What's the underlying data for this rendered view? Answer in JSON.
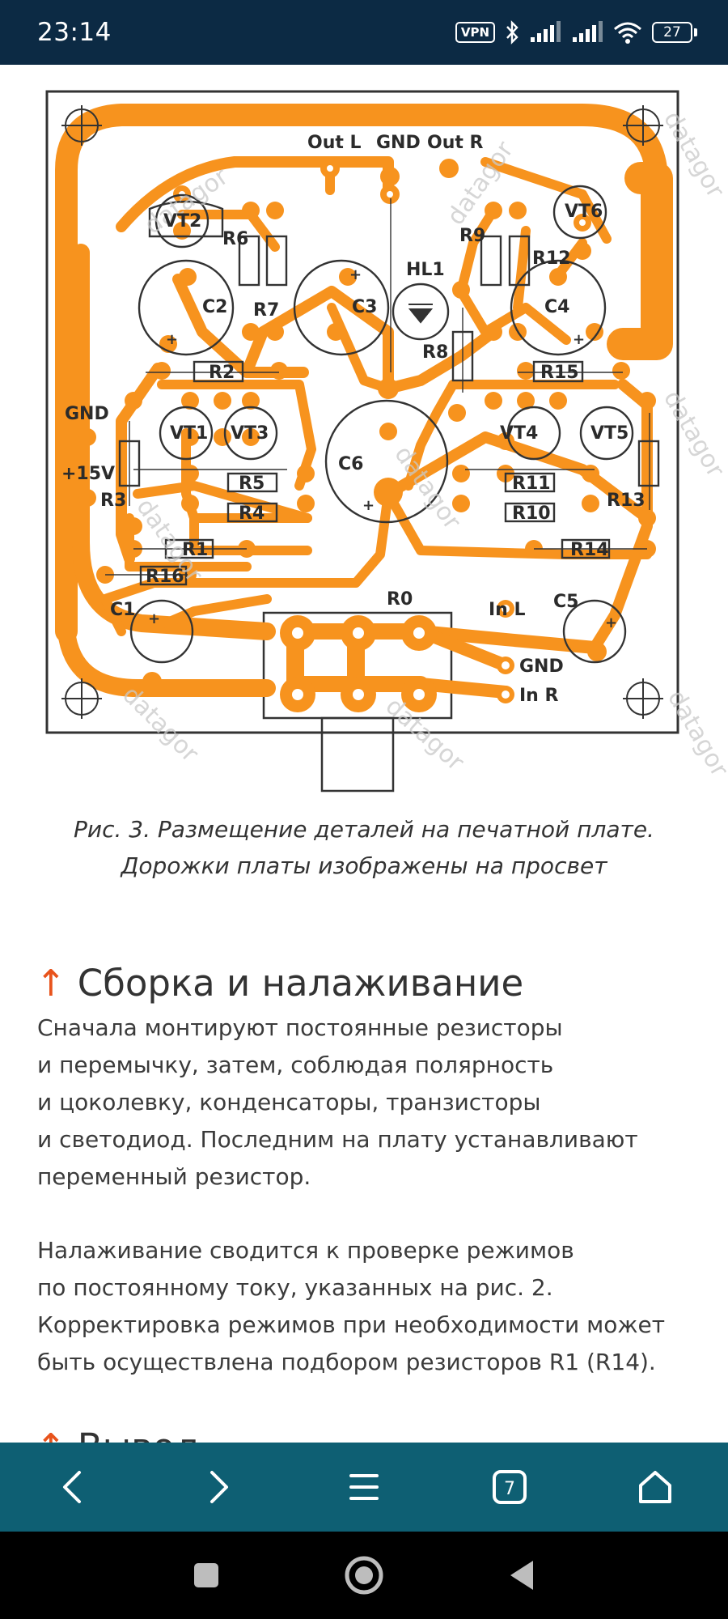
{
  "status_bar": {
    "time": "23:14",
    "vpn_label": "VPN",
    "battery_level": "27",
    "icons": [
      "vpn-icon",
      "bluetooth-icon",
      "signal-icon",
      "signal-icon",
      "wifi-icon",
      "battery-icon"
    ]
  },
  "figure": {
    "watermark": "datagor",
    "labels": {
      "out_l": "Out L",
      "gnd_top": "GND",
      "out_r": "Out R",
      "vt2": "VT2",
      "vt6": "VT6",
      "r6": "R6",
      "r7": "R7",
      "r9": "R9",
      "r12": "R12",
      "hl1": "HL1",
      "c2": "C2",
      "c3": "C3",
      "c4": "C4",
      "r8": "R8",
      "r2": "R2",
      "r15": "R15",
      "gnd_left": "GND",
      "vt1": "VT1",
      "vt3": "VT3",
      "vt4": "VT4",
      "vt5": "VT5",
      "c6": "C6",
      "plus15v": "+15V",
      "r3": "R3",
      "r5": "R5",
      "r4": "R4",
      "r11": "R11",
      "r10": "R10",
      "r13": "R13",
      "r1": "R1",
      "r14": "R14",
      "r16": "R16",
      "c1": "C1",
      "r0": "R0",
      "in_l": "In L",
      "c5": "C5",
      "gnd_in": "GND",
      "in_r": "In R"
    },
    "colors": {
      "trace": "#f7931e",
      "outline": "#333333",
      "background": "#ffffff"
    }
  },
  "caption": {
    "line1": "Рис. 3. Размещение деталей на печатной плате.",
    "line2": "Дорожки платы изображены на просвет"
  },
  "section": {
    "arrow": "↑",
    "title": "Сборка и налаживание",
    "paragraph1": "Сначала монтируют постоянные резисторы\nи перемычку, затем, соблюдая полярность\nи цоколевку, конденсаторы, транзисторы\nи светодиод. Последним на плату устанавливают\nпеременный резистор.",
    "paragraph2": "Налаживание сводится к проверке режимов\nпо постоянному току, указанных на рис. 2.\nКорректировка режимов при необходимости может\nбыть осуществлена подбором резисторов R1 (R14)."
  },
  "next_section": {
    "arrow": "↑",
    "title": "Вывод"
  },
  "toolbar": {
    "tabs_count": "7",
    "accent": "#e8531c",
    "icons": [
      "back-icon",
      "forward-icon",
      "menu-icon",
      "tabs-icon",
      "home-icon"
    ]
  },
  "nav_bar": {
    "icons": [
      "recents-icon",
      "home-circle-icon",
      "back-triangle-icon"
    ]
  }
}
